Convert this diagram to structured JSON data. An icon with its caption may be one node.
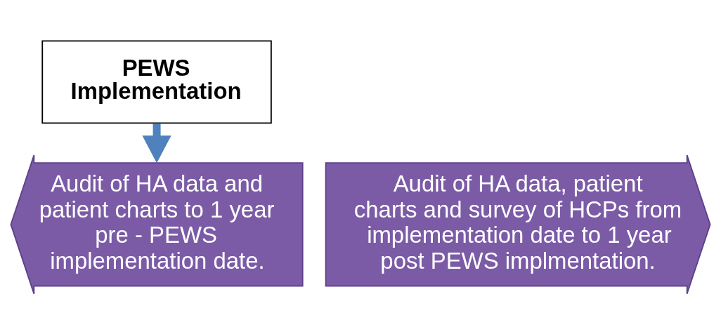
{
  "diagram": {
    "nodes": [
      {
        "text": [
          "PEWS Implementation"
        ]
      },
      {
        "text": [
          "Audit of HA data and patient charts to 1 year pre - PEWS implementation date."
        ]
      },
      {
        "text": [
          "Audit of HA data, patient charts and survey of HCPs from implementation date to 1 year post PEWS implmentation."
        ]
      }
    ],
    "edges": [
      {
        "from": 0,
        "to": 1,
        "arrow": "to"
      }
    ]
  }
}
